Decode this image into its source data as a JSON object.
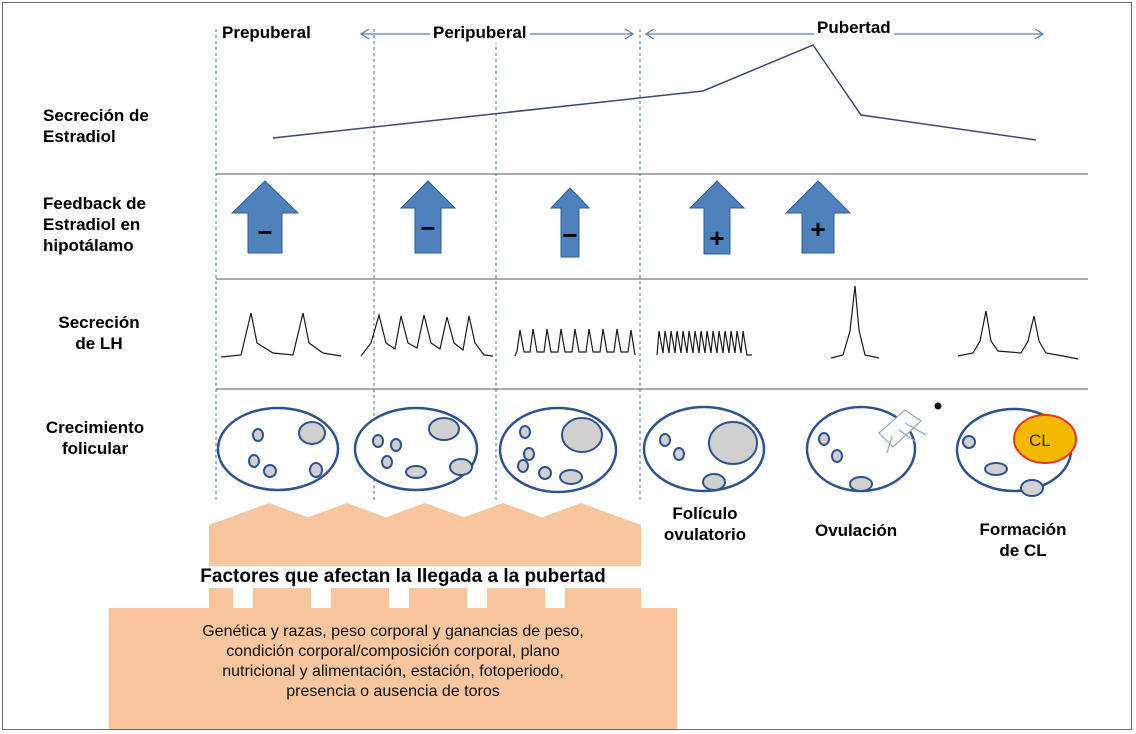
{
  "phases": {
    "prepuberal": "Prepuberal",
    "peripuberal": "Peripuberal",
    "pubertad": "Pubertad"
  },
  "rows": {
    "estradiol_secretion": [
      "Secreción de",
      "Estradiol"
    ],
    "estradiol_feedback": [
      "Feedback de",
      "Estradiol en",
      "hipotálamo"
    ],
    "lh_secretion": [
      "Secreción",
      "de LH"
    ],
    "follicular_growth": [
      "Crecimiento",
      "folicular"
    ]
  },
  "feedback_signs": [
    "−",
    "−",
    "−",
    "+",
    "+"
  ],
  "stage_labels": {
    "ovulatory_follicle": [
      "Folículo",
      "ovulatorio"
    ],
    "ovulation": "Ovulación",
    "cl_formation": [
      "Formación",
      "de CL"
    ]
  },
  "cl_label": "CL",
  "factors": {
    "title": "Factores que afectan la llegada a la pubertad",
    "lines": [
      "Genética y razas, peso corporal y ganancias  de peso,",
      "condición corporal/composición corporal, plano",
      "nutricional y alimentación, estación, fotoperiodo,",
      "presencia o ausencia de toros"
    ]
  },
  "colors": {
    "arrow_blue": "#4f81bd",
    "arrow_outline": "#2f5d8c",
    "follicle_outline": "#2f528f",
    "follicle_fill": "#d0d0d0",
    "cl_fill": "#f5b800",
    "cl_outline": "#e03a1e",
    "factors_bg": "#f7c69f"
  }
}
